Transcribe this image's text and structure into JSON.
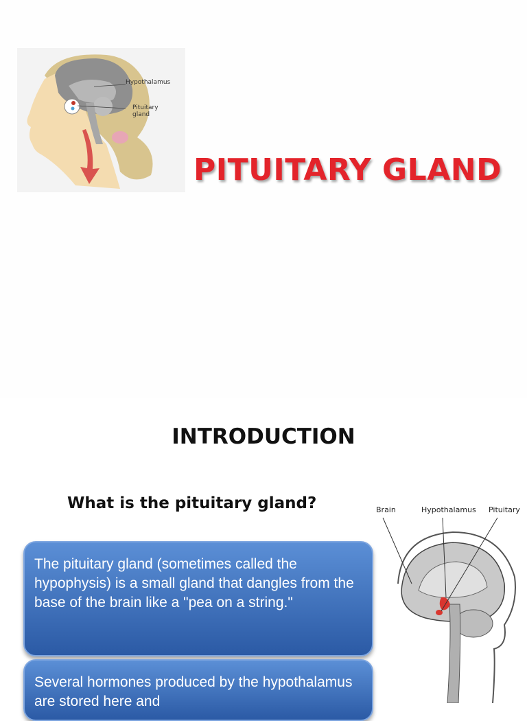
{
  "slide1": {
    "figure_labels": {
      "hypothalamus": "Hypothalamus",
      "pituitary": "Pituitary\ngland"
    },
    "title": "PITUITARY GLAND"
  },
  "slide2": {
    "heading": "INTRODUCTION",
    "question": "What is the pituitary gland?",
    "bubble1": "The pituitary gland (sometimes called the hypophysis) is a small gland that dangles from the base of the brain like a \"pea on a string.\"",
    "bubble2": "Several hormones produced by the hypothalamus are stored here and",
    "figure_labels": {
      "brain": "Brain",
      "hypothalamus": "Hypothalamus",
      "pituitary": "Pituitary"
    }
  },
  "colors": {
    "title_red": "#e3242b",
    "bubble_blue": "#3a6cb9"
  }
}
